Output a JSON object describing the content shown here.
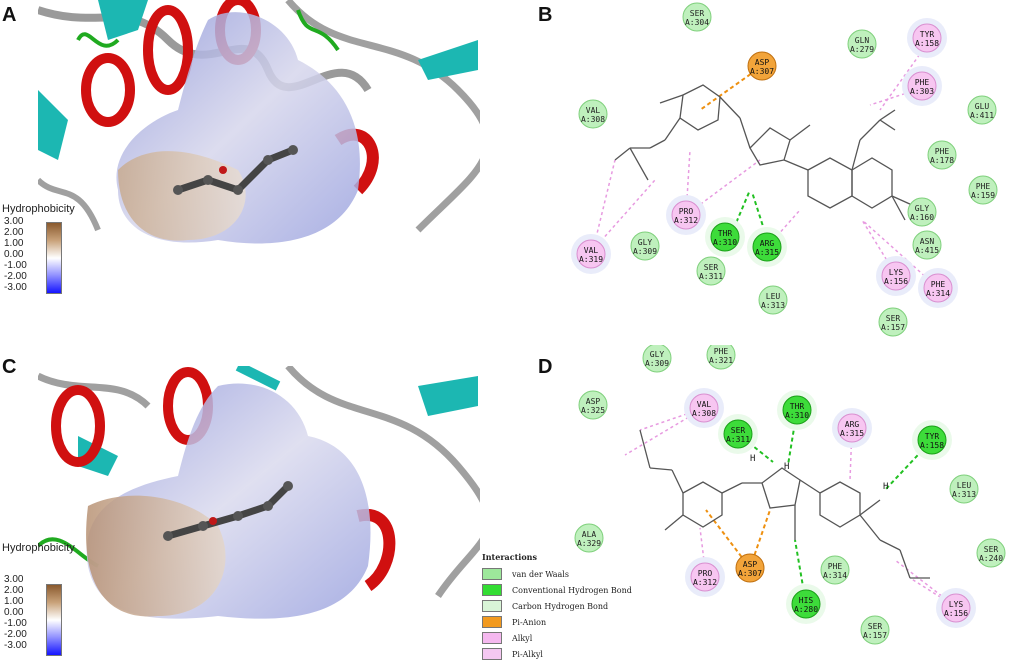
{
  "panels": {
    "a": {
      "label": "A",
      "colorbar_title": "Hydrophobicity",
      "ticks": [
        "3.00",
        "2.00",
        "1.00",
        "0.00",
        "-1.00",
        "-2.00",
        "-3.00"
      ]
    },
    "b": {
      "label": "B"
    },
    "c": {
      "label": "C",
      "colorbar_title": "Hydrophobicity",
      "ticks": [
        "3.00",
        "2.00",
        "1.00",
        "0.00",
        "-1.00",
        "-2.00",
        "-3.00"
      ]
    },
    "d": {
      "label": "D"
    }
  },
  "residues_b": [
    {
      "name": "SER",
      "id": "A:304",
      "type": "vdw"
    },
    {
      "name": "GLN",
      "id": "A:279",
      "type": "vdw"
    },
    {
      "name": "TYR",
      "id": "A:158",
      "type": "alkyl"
    },
    {
      "name": "ASP",
      "id": "A:307",
      "type": "pianion"
    },
    {
      "name": "PHE",
      "id": "A:303",
      "type": "alkyl"
    },
    {
      "name": "VAL",
      "id": "A:308",
      "type": "vdw"
    },
    {
      "name": "GLU",
      "id": "A:411",
      "type": "vdw"
    },
    {
      "name": "PHE",
      "id": "A:178",
      "type": "vdw"
    },
    {
      "name": "PHE",
      "id": "A:159",
      "type": "vdw"
    },
    {
      "name": "GLY",
      "id": "A:160",
      "type": "vdw"
    },
    {
      "name": "ASN",
      "id": "A:415",
      "type": "vdw"
    },
    {
      "name": "PRO",
      "id": "A:312",
      "type": "alkyl"
    },
    {
      "name": "THR",
      "id": "A:310",
      "type": "hbond"
    },
    {
      "name": "ARG",
      "id": "A:315",
      "type": "hbond"
    },
    {
      "name": "GLY",
      "id": "A:309",
      "type": "vdw"
    },
    {
      "name": "VAL",
      "id": "A:319",
      "type": "alkyl"
    },
    {
      "name": "SER",
      "id": "A:311",
      "type": "vdw"
    },
    {
      "name": "LEU",
      "id": "A:313",
      "type": "vdw"
    },
    {
      "name": "LYS",
      "id": "A:156",
      "type": "alkyl"
    },
    {
      "name": "PHE",
      "id": "A:314",
      "type": "alkyl"
    },
    {
      "name": "SER",
      "id": "A:157",
      "type": "vdw"
    }
  ],
  "residues_d": [
    {
      "name": "GLY",
      "id": "A:309",
      "type": "vdw"
    },
    {
      "name": "PHE",
      "id": "A:321",
      "type": "vdw"
    },
    {
      "name": "ASP",
      "id": "A:325",
      "type": "vdw"
    },
    {
      "name": "VAL",
      "id": "A:308",
      "type": "alkyl"
    },
    {
      "name": "THR",
      "id": "A:310",
      "type": "hbond"
    },
    {
      "name": "SER",
      "id": "A:311",
      "type": "hbond"
    },
    {
      "name": "ARG",
      "id": "A:315",
      "type": "alkyl"
    },
    {
      "name": "TYR",
      "id": "A:158",
      "type": "hbond"
    },
    {
      "name": "LEU",
      "id": "A:313",
      "type": "vdw"
    },
    {
      "name": "ALA",
      "id": "A:329",
      "type": "vdw"
    },
    {
      "name": "SER",
      "id": "A:240",
      "type": "vdw"
    },
    {
      "name": "PHE",
      "id": "A:314",
      "type": "vdw"
    },
    {
      "name": "ASP",
      "id": "A:307",
      "type": "pianion"
    },
    {
      "name": "PRO",
      "id": "A:312",
      "type": "alkyl"
    },
    {
      "name": "HIS",
      "id": "A:280",
      "type": "hbond"
    },
    {
      "name": "SER",
      "id": "A:157",
      "type": "vdw"
    },
    {
      "name": "LYS",
      "id": "A:156",
      "type": "alkyl"
    }
  ],
  "hbond_labels_d": [
    "H",
    "H",
    "H"
  ],
  "legend": {
    "title": "Interactions",
    "items": [
      {
        "label": "van der Waals",
        "color": "#9de89b"
      },
      {
        "label": "Conventional Hydrogen Bond",
        "color": "#33dd33"
      },
      {
        "label": "Carbon Hydrogen Bond",
        "color": "#d9f5d7"
      },
      {
        "label": "Pi-Anion",
        "color": "#f29a1f"
      },
      {
        "label": "Alkyl",
        "color": "#f5b8ef"
      },
      {
        "label": "Pi-Alkyl",
        "color": "#f5c8f2"
      }
    ]
  },
  "colors": {
    "vdw_fill": "#bff0bd",
    "vdw_stroke": "#7fd07c",
    "hbond_fill": "#3ddc3a",
    "hbond_stroke": "#1aa018",
    "pianion_fill": "#f2a43a",
    "pianion_stroke": "#c07010",
    "alkyl_fill": "#f7c6f1",
    "alkyl_stroke": "#d98fd0",
    "hbond_line": "#22c022",
    "pianion_line": "#ee9010",
    "alkyl_line": "#e79ae0"
  }
}
